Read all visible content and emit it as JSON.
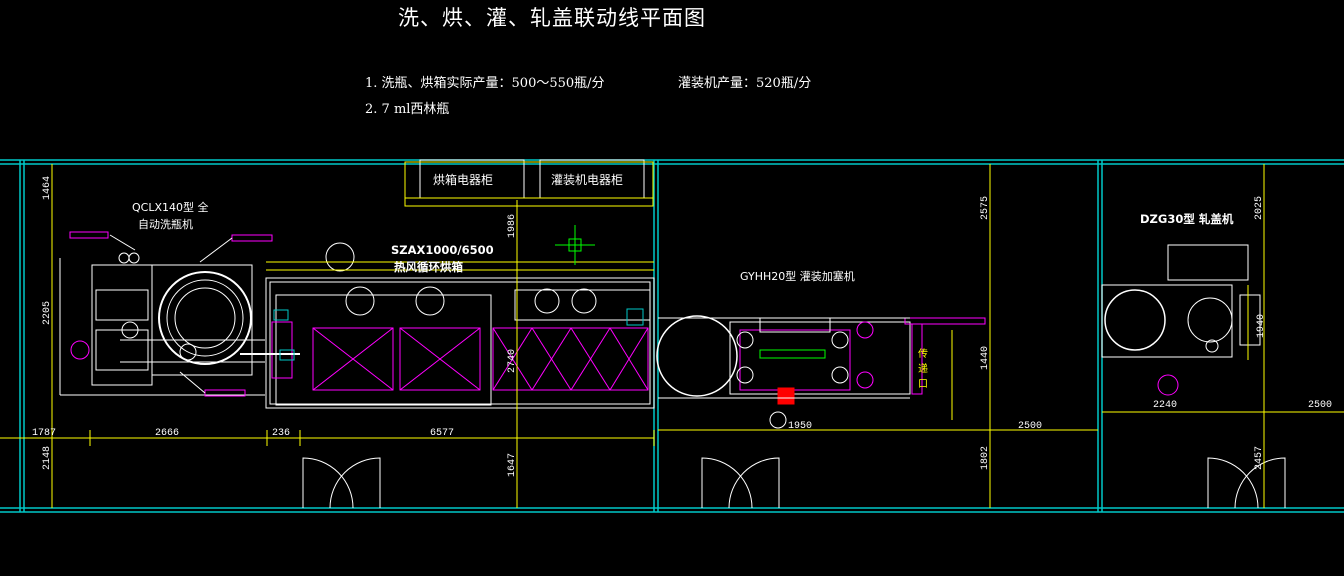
{
  "title": "洗、烘、灌、轧盖联动线平面图",
  "notes": {
    "line1": "1. 洗瓶、烘箱实际产量：500～550瓶/分",
    "line1b": "灌装机产量：520瓶/分",
    "line2": "2. 7 ml西林瓶"
  },
  "cabinets": {
    "oven": "烘箱电器柜",
    "filler": "灌装机电器柜"
  },
  "machines": {
    "washer_model": "QCLX140型 全",
    "washer_name": "自动洗瓶机",
    "oven_model": "SZAX1000/6500",
    "oven_name": "热风循环烘箱",
    "filler": "GYHH20型  灌装加塞机",
    "capper": "DZG30型 轧盖机",
    "passage": [
      "传",
      "递",
      "口"
    ]
  },
  "dimensions": {
    "horizontal": {
      "d1787": "1787",
      "d2666": "2666",
      "d236": "236",
      "d6577": "6577",
      "d1950": "1950",
      "d2500a": "2500",
      "d2240": "2240",
      "d2500b": "2500"
    },
    "vertical": {
      "d1464": "1464",
      "d2205": "2205",
      "d2148": "2148",
      "d1986": "1986",
      "d2740": "2740",
      "d1647": "1647",
      "d2575": "2575",
      "d1440": "1440",
      "d1802": "1802",
      "d2025": "2025",
      "d1940": "1940",
      "d2457": "2457"
    }
  },
  "colors": {
    "wall": "#00c8c8",
    "equipment": "#ff00ff",
    "dimension": "#ffff00",
    "outline": "#ffffff",
    "accent_green": "#00ff00",
    "accent_red": "#ff0000"
  }
}
